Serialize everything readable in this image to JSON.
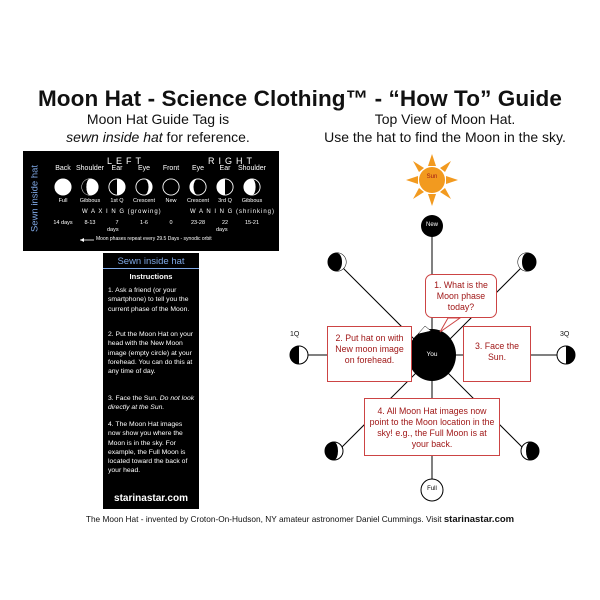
{
  "title": "Moon Hat - Science Clothing™ - “How To” Guide",
  "left_subtitle": {
    "line1": "Moon Hat Guide Tag is",
    "line2": "sewn inside hat",
    "line2_rest": " for reference."
  },
  "right_subtitle": {
    "line1": "Top View of Moon Hat.",
    "line2": "Use the hat to find the Moon in the sky."
  },
  "tag": {
    "side_label": "Sewn inside hat",
    "left_label": "LEFT",
    "right_label": "RIGHT",
    "positions": [
      "Back",
      "Shoulder",
      "Ear",
      "Eye",
      "Front",
      "Eye",
      "Ear",
      "Shoulder"
    ],
    "phases": [
      "Full",
      "Gibbous",
      "1st Q",
      "Crescent",
      "New",
      "Crescent",
      "3rd Q",
      "Gibbous"
    ],
    "days": [
      "14 days",
      "8-13",
      "7",
      "1-6",
      "0",
      "23-28",
      "22",
      "15-21"
    ],
    "days_unit_1": "days",
    "days_unit_2": "days",
    "waxing": "W A X I N G (growing)",
    "waning": "W A N I N G (shrinking)",
    "repeat_note": "Moon phases repeat every 29.5 Days - synodic orbit"
  },
  "card": {
    "header": "Sewn inside hat",
    "subheader": "Instructions",
    "step1": "1. Ask a friend (or your smartphone) to tell you the current phase of the Moon.",
    "step2": "2. Put the Moon Hat on your head with the New Moon image (empty circle) at your forehead. You can do this at any time of day.",
    "step3a": "3. Face the Sun. ",
    "step3b": "Do not look directly at the Sun.",
    "step4": "4. The Moon Hat images now show you where the Moon is in the sky. For example, the Full Moon is located toward the back of your head.",
    "site": "starinastar.com"
  },
  "diagram": {
    "sun": "Sun",
    "new": "New",
    "full": "Full",
    "you": "You",
    "q1": "1Q",
    "q3": "3Q",
    "callout1": "1. What is the Moon phase today?",
    "callout2": "2. Put hat on with New moon image on forehead.",
    "callout3": "3. Face the Sun.",
    "callout4": "4. All Moon Hat images now point to the Moon location in the sky! e.g., the Full Moon is at your back."
  },
  "footer": {
    "text": "The Moon Hat - invented by Croton-On-Hudson, NY amateur astronomer Daniel Cummings. Visit ",
    "site": "starinastar.com"
  },
  "colors": {
    "callout_red": "#a01818",
    "sun_orange": "#f29a1f",
    "tag_blue": "#7fa8e6"
  }
}
